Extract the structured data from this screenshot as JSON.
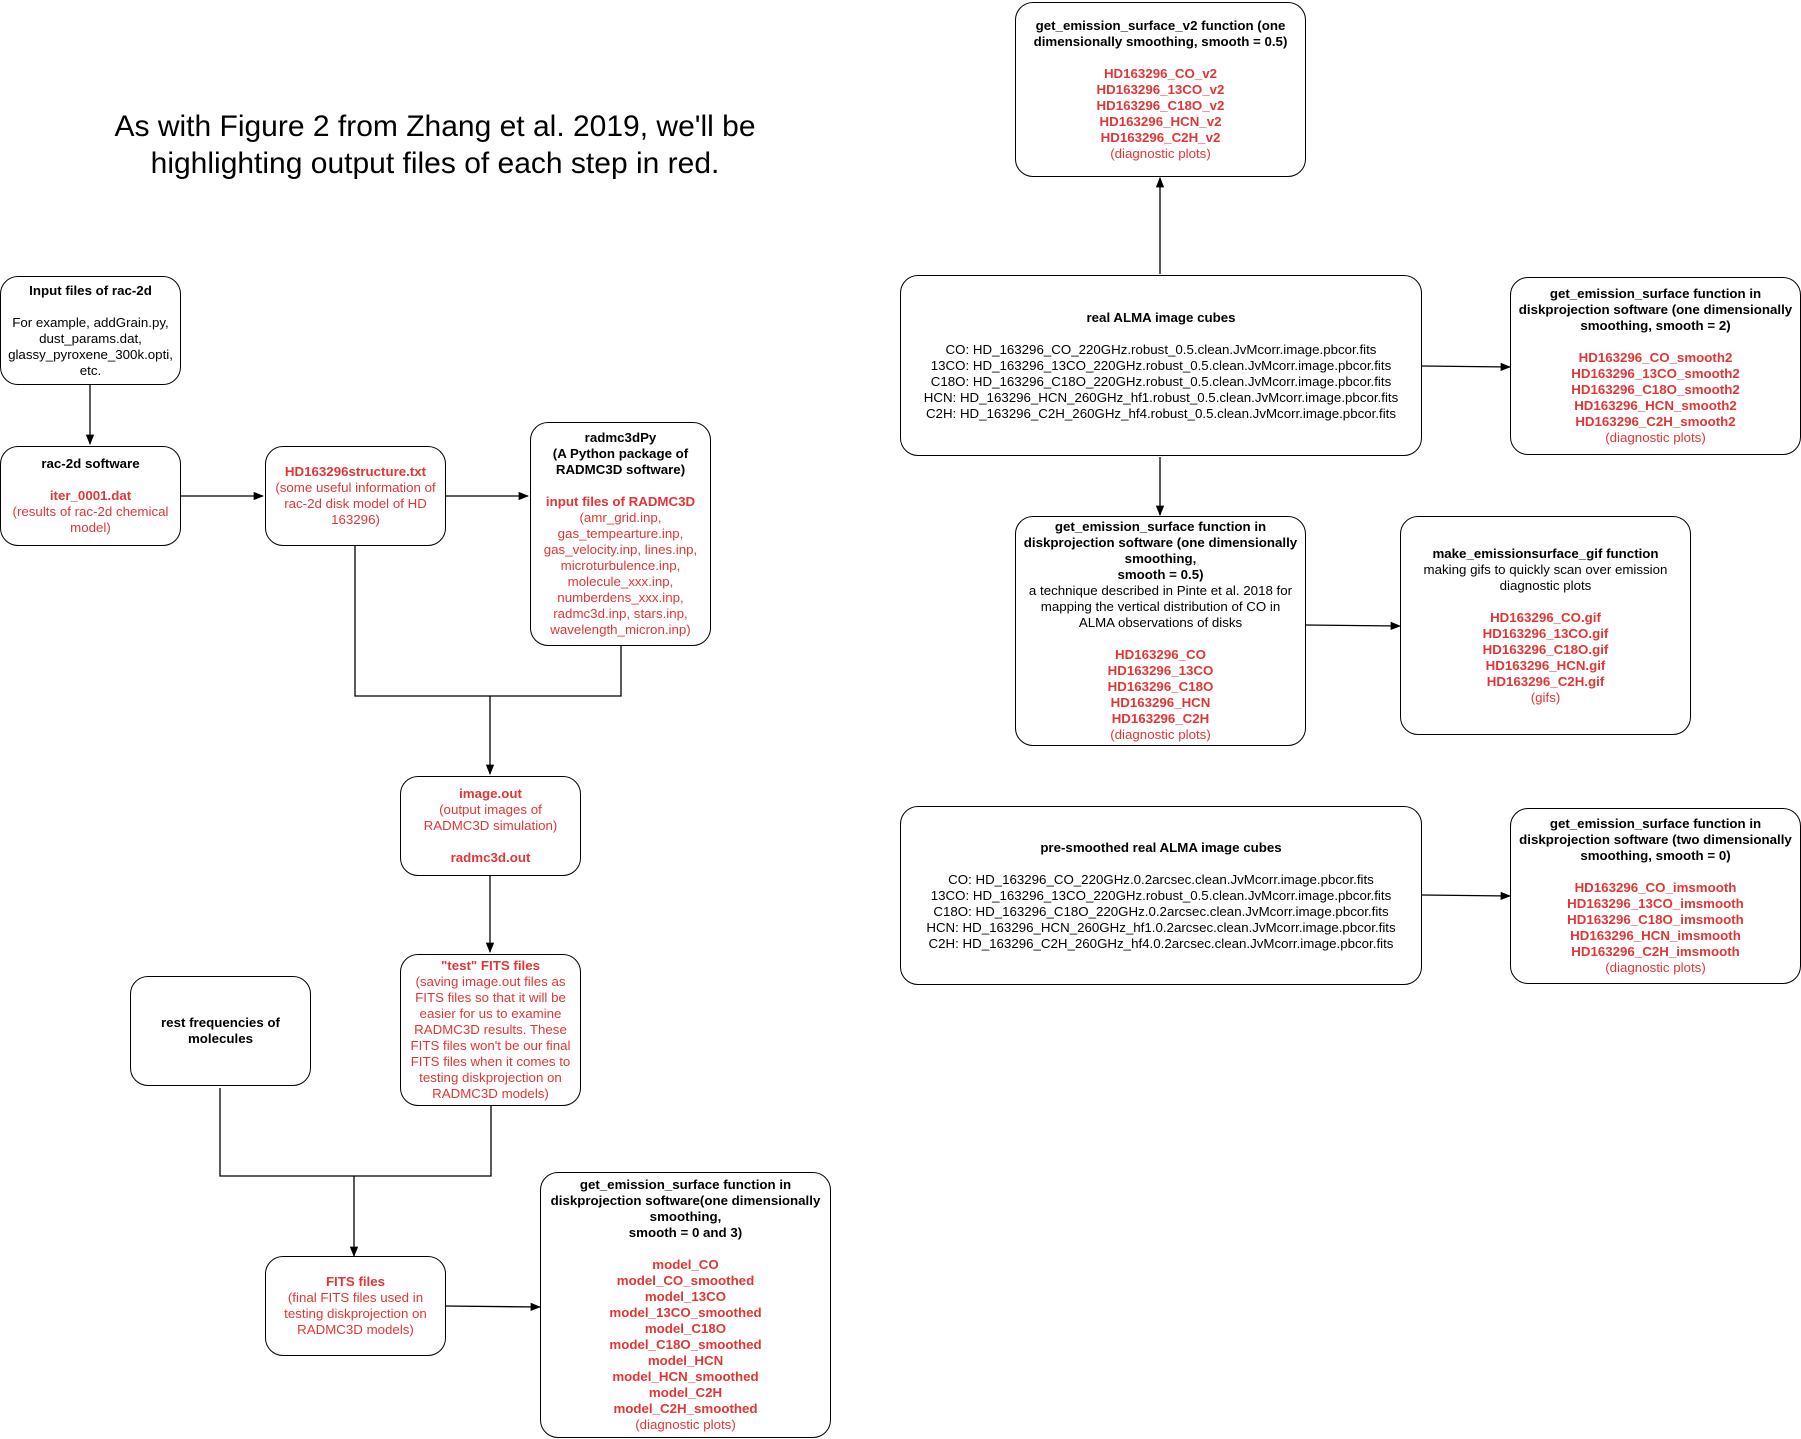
{
  "heading": "As with Figure 2 from Zhang et al. 2019, we'll be highlighting output files of each step in red.",
  "nodes": {
    "input_files": {
      "title": "Input files of rac-2d",
      "body": [
        "For example, addGrain.py,",
        "dust_params.dat,",
        "glassy_pyroxene_300k.opti,",
        "etc."
      ]
    },
    "rac2d": {
      "title": "rac-2d software",
      "output": "iter_0001.dat",
      "output_desc": [
        "(results of rac-2d chemical",
        "model)"
      ]
    },
    "structure": {
      "output": "HD163296structure.txt",
      "output_desc": [
        "(some useful information of",
        "rac-2d disk model of HD",
        "163296)"
      ]
    },
    "radmc3dpy": {
      "title": [
        "radmc3dPy",
        "(A Python package of",
        "RADMC3D software)"
      ],
      "output": "input files of RADMC3D",
      "files": [
        "(amr_grid.inp,",
        "gas_tempearture.inp,",
        "gas_velocity.inp, lines.inp,",
        "microturbulence.inp,",
        "molecule_xxx.inp,",
        "numberdens_xxx.inp,",
        "radmc3d.inp, stars.inp,",
        "wavelength_micron.inp)"
      ]
    },
    "image_out": {
      "output1": "image.out",
      "output1_desc": [
        "(output images of",
        "RADMC3D simulation)"
      ],
      "output2": "radmc3d.out"
    },
    "test_fits": {
      "output": "\"test\" FITS files",
      "desc": [
        "(saving image.out files as",
        "FITS files so that it will be",
        "easier for us to examine",
        "RADMC3D results. These",
        "FITS files won't be our final",
        "FITS files when it comes to",
        "testing diskprojection on",
        "RADMC3D models)"
      ]
    },
    "rest_freq": {
      "title": [
        "rest frequencies of",
        "molecules"
      ]
    },
    "fits_files": {
      "output": "FITS files",
      "desc": [
        "(final FITS files used in",
        "testing diskprojection on",
        "RADMC3D models)"
      ]
    },
    "model_surface": {
      "title": [
        "get_emission_surface function in",
        "diskprojection software(one dimensionally",
        "smoothing,",
        "smooth = 0 and 3)"
      ],
      "outputs": [
        "model_CO",
        "model_CO_smoothed",
        "model_13CO",
        "model_13CO_smoothed",
        "model_C18O",
        "model_C18O_smoothed",
        "model_HCN",
        "model_HCN_smoothed",
        "model_C2H",
        "model_C2H_smoothed"
      ],
      "note": "(diagnostic plots)"
    },
    "surface_v2": {
      "title": [
        "get_emission_surface_v2 function (one",
        "dimensionally smoothing, smooth = 0.5)"
      ],
      "outputs": [
        "HD163296_CO_v2",
        "HD163296_13CO_v2",
        "HD163296_C18O_v2",
        "HD163296_HCN_v2",
        "HD163296_C2H_v2"
      ],
      "note": "(diagnostic plots)"
    },
    "alma_cubes": {
      "title": "real ALMA image cubes",
      "lines": [
        "CO: HD_163296_CO_220GHz.robust_0.5.clean.JvMcorr.image.pbcor.fits",
        "13CO: HD_163296_13CO_220GHz.robust_0.5.clean.JvMcorr.image.pbcor.fits",
        "C18O: HD_163296_C18O_220GHz.robust_0.5.clean.JvMcorr.image.pbcor.fits",
        "HCN: HD_163296_HCN_260GHz_hf1.robust_0.5.clean.JvMcorr.image.pbcor.fits",
        "C2H: HD_163296_C2H_260GHz_hf4.robust_0.5.clean.JvMcorr.image.pbcor.fits"
      ]
    },
    "surface_smooth2": {
      "title": [
        "get_emission_surface function in",
        "diskprojection software (one dimensionally",
        "smoothing, smooth = 2)"
      ],
      "outputs": [
        "HD163296_CO_smooth2",
        "HD163296_13CO_smooth2",
        "HD163296_C18O_smooth2",
        "HD163296_HCN_smooth2",
        "HD163296_C2H_smooth2"
      ],
      "note": "(diagnostic plots)"
    },
    "surface_05": {
      "title": [
        "get_emission_surface function in",
        "diskprojection software (one dimensionally",
        "smoothing,",
        "smooth = 0.5)"
      ],
      "desc": [
        "a technique described in Pinte et al. 2018 for",
        "mapping the vertical distribution of CO in",
        "ALMA observations of disks"
      ],
      "outputs": [
        "HD163296_CO",
        "HD163296_13CO",
        "HD163296_C18O",
        "HD163296_HCN",
        "HD163296_C2H"
      ],
      "note": "(diagnostic plots)"
    },
    "gif": {
      "title": "make_emissionsurface_gif function",
      "desc": [
        "making gifs to quickly scan over emission",
        "diagnostic plots"
      ],
      "outputs": [
        "HD163296_CO.gif",
        "HD163296_13CO.gif",
        "HD163296_C18O.gif",
        "HD163296_HCN.gif",
        "HD163296_C2H.gif"
      ],
      "note": "(gifs)"
    },
    "presmoothed": {
      "title": "pre-smoothed real ALMA image cubes",
      "lines": [
        "CO: HD_163296_CO_220GHz.0.2arcsec.clean.JvMcorr.image.pbcor.fits",
        "13CO: HD_163296_13CO_220GHz.robust_0.5.clean.JvMcorr.image.pbcor.fits",
        "C18O: HD_163296_C18O_220GHz.0.2arcsec.clean.JvMcorr.image.pbcor.fits",
        "HCN: HD_163296_HCN_260GHz_hf1.0.2arcsec.clean.JvMcorr.image.pbcor.fits",
        "C2H: HD_163296_C2H_260GHz_hf4.0.2arcsec.clean.JvMcorr.image.pbcor.fits"
      ]
    },
    "surface_imsmooth": {
      "title": [
        "get_emission_surface function in",
        "diskprojection software (two dimensionally",
        "smoothing, smooth = 0)"
      ],
      "outputs": [
        "HD163296_CO_imsmooth",
        "HD163296_13CO_imsmooth",
        "HD163296_C18O_imsmooth",
        "HD163296_HCN_imsmooth",
        "HD163296_C2H_imsmooth"
      ],
      "note": "(diagnostic plots)"
    }
  },
  "colors": {
    "output_red": "#e23636",
    "line": "#000000"
  }
}
